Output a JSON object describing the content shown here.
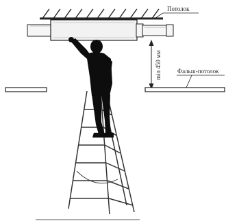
{
  "labels": {
    "ceiling": "Потолок",
    "false_ceiling": "Фальш-потолок",
    "distance": "min 450 мм"
  },
  "colors": {
    "line": "#222222",
    "duct_fill": "#f2f2f2",
    "slab_fill": "#ffffff",
    "person": "#0d0d0d"
  }
}
